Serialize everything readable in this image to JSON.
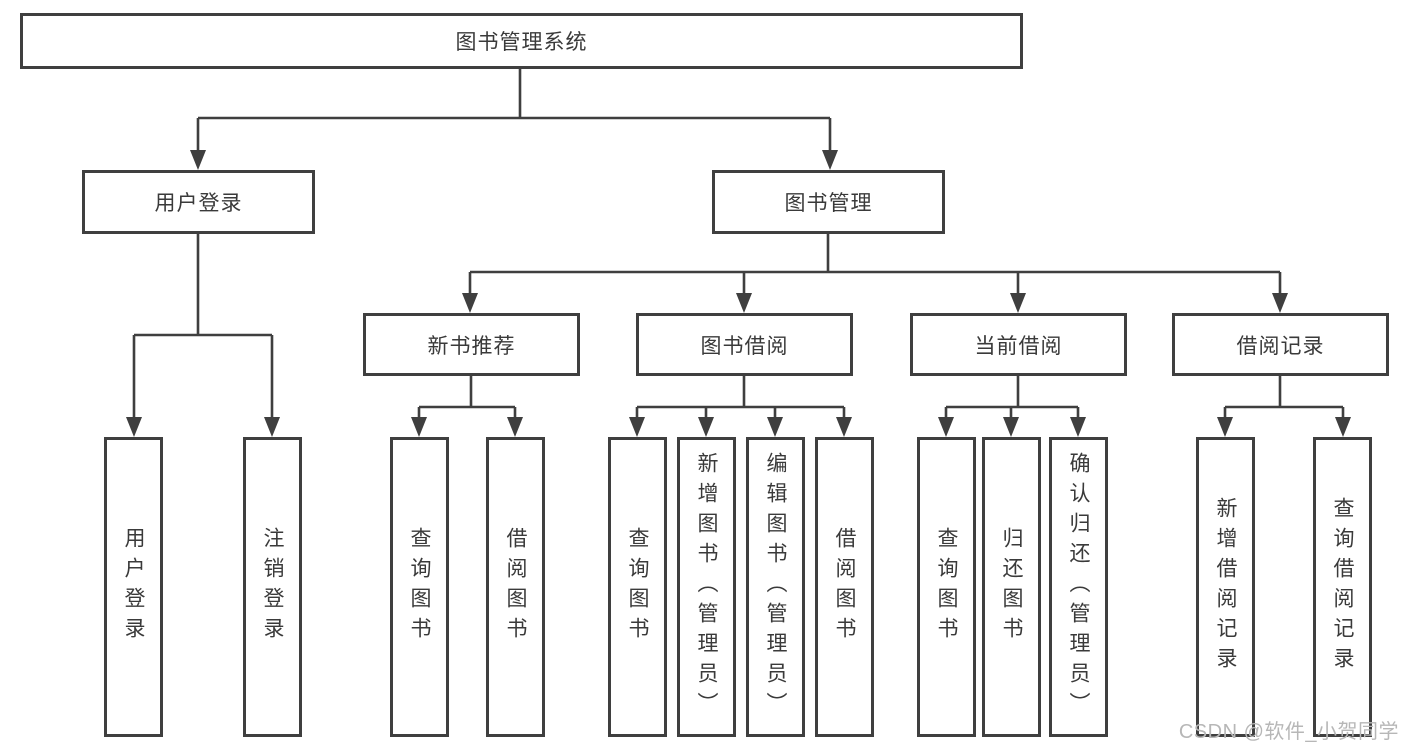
{
  "diagram": {
    "root": {
      "label": "图书管理系统"
    },
    "branches": [
      {
        "label": "用户登录",
        "children": [
          {
            "label": "用户登录"
          },
          {
            "label": "注销登录"
          }
        ]
      },
      {
        "label": "图书管理",
        "children": [
          {
            "label": "新书推荐",
            "children": [
              {
                "label": "查询图书"
              },
              {
                "label": "借阅图书"
              }
            ]
          },
          {
            "label": "图书借阅",
            "children": [
              {
                "label": "查询图书"
              },
              {
                "label": "新增图书（管理员）"
              },
              {
                "label": "编辑图书（管理员）"
              },
              {
                "label": "借阅图书"
              }
            ]
          },
          {
            "label": "当前借阅",
            "children": [
              {
                "label": "查询图书"
              },
              {
                "label": "归还图书"
              },
              {
                "label": "确认归还（管理员）"
              }
            ]
          },
          {
            "label": "借阅记录",
            "children": [
              {
                "label": "新增借阅记录"
              },
              {
                "label": "查询借阅记录"
              }
            ]
          }
        ]
      }
    ]
  },
  "watermark": {
    "text": "CSDN @软件_小贺同学"
  },
  "colors": {
    "line": "#3f3f3f",
    "text": "#3a3a3a",
    "background": "#ffffff",
    "watermark": "#b7b7b7"
  }
}
